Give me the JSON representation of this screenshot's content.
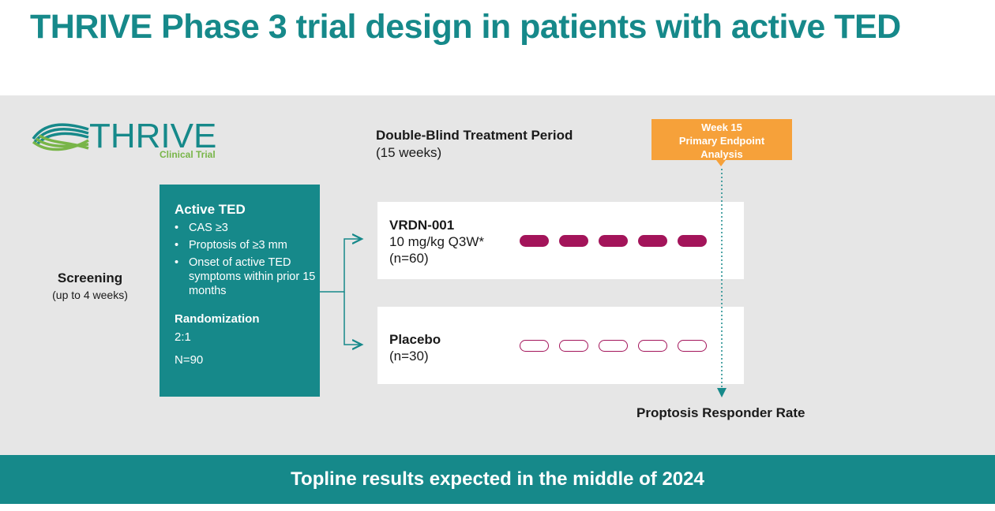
{
  "title": "THRIVE Phase 3 trial design in patients with active TED",
  "logo": {
    "word": "THRIVE",
    "subtitle": "Clinical Trial"
  },
  "screening": {
    "heading": "Screening",
    "duration": "(up to 4 weeks)"
  },
  "eligibility": {
    "heading": "Active TED",
    "criteria": [
      "CAS ≥3",
      "Proptosis of ≥3 mm",
      "Onset of active TED symptoms within prior 15 months"
    ],
    "randomization_label": "Randomization",
    "ratio": "2:1",
    "total": "N=90"
  },
  "period": {
    "heading": "Double-Blind Treatment Period",
    "duration": "(15 weeks)"
  },
  "arms": [
    {
      "name": "VRDN-001",
      "dose": "10 mg/kg Q3W*",
      "n": "(n=60)",
      "doses": 5,
      "filled": true
    },
    {
      "name": "Placebo",
      "n": "(n=30)",
      "doses": 5,
      "filled": false
    }
  ],
  "endpoint": {
    "line1": "Week 15",
    "line2": "Primary Endpoint",
    "line3": "Analysis"
  },
  "outcome": "Proptosis Responder Rate",
  "banner": "Topline results expected in the middle of 2024",
  "colors": {
    "teal": "#16898a",
    "orange": "#f6a13a",
    "magenta": "#a3145a",
    "green": "#78b548"
  }
}
